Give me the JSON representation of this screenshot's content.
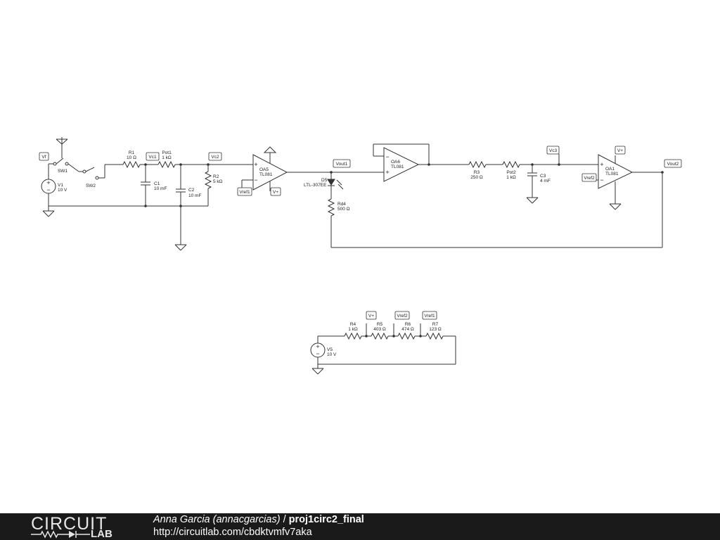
{
  "footer": {
    "brand_top": "CIRCUIT",
    "brand_bottom": "LAB",
    "author": "Anna Garcia (annacgarcias)",
    "separator": " / ",
    "project": "proj1circ2_final",
    "url": "http://circuitlab.com/cbdktvmfv7aka"
  },
  "components": {
    "V1": {
      "name": "V1",
      "value": "10 V"
    },
    "V5": {
      "name": "V5",
      "value": "10 V"
    },
    "SW1": {
      "name": "SW1"
    },
    "SW2": {
      "name": "SW2"
    },
    "R1": {
      "name": "R1",
      "value": "10 Ω"
    },
    "Pot1": {
      "name": "Pot1",
      "value": "1 kΩ"
    },
    "C1": {
      "name": "C1",
      "value": "10 mF"
    },
    "C2": {
      "name": "C2",
      "value": "10 mF"
    },
    "R2": {
      "name": "R2",
      "value": "5 kΩ"
    },
    "OA5": {
      "name": "OA5",
      "model": "TL081"
    },
    "D5": {
      "name": "D5",
      "model": "LTL-307EE"
    },
    "Rd4": {
      "name": "Rd4",
      "value": "500 Ω"
    },
    "OA6": {
      "name": "OA6",
      "model": "TL081"
    },
    "R3": {
      "name": "R3",
      "value": "250 Ω"
    },
    "Pot2": {
      "name": "Pot2",
      "value": "1 kΩ"
    },
    "C3": {
      "name": "C3",
      "value": "4 mF"
    },
    "OA1": {
      "name": "OA1",
      "model": "TL081"
    },
    "R4": {
      "name": "R4",
      "value": "1 kΩ"
    },
    "R5": {
      "name": "R5",
      "value": "403 Ω"
    },
    "R6": {
      "name": "R6",
      "value": "474 Ω"
    },
    "R7": {
      "name": "R7",
      "value": "123 Ω"
    }
  },
  "nodes": {
    "vf": "Vf",
    "vc1": "Vc1",
    "vc2": "Vc2",
    "vc3": "Vc3",
    "vout1": "Vout1",
    "vout2": "Vout2",
    "vplus": "V+",
    "vref1": "Vref1",
    "vref2": "Vref2"
  },
  "colors": {
    "wire": "#333333",
    "footer_bg": "#1a1a1a",
    "footer_text": "#ffffff"
  }
}
